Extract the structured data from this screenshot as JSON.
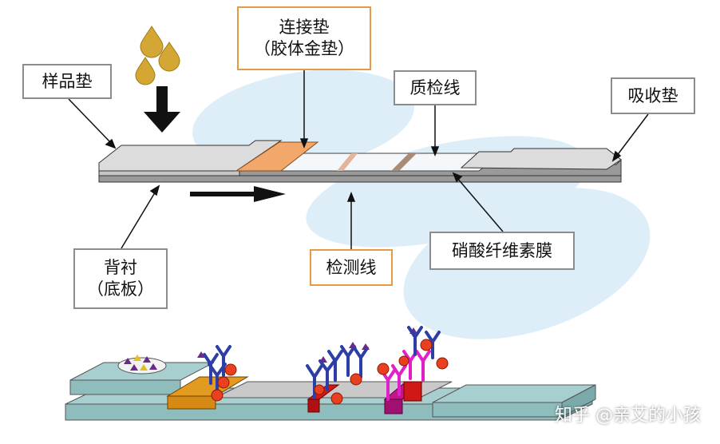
{
  "labels": {
    "connection_pad_line1": "连接垫",
    "connection_pad_line2": "（胶体金垫）",
    "sample_pad": "样品垫",
    "control_line": "质检线",
    "absorbent_pad": "吸收垫",
    "nitrocellulose_membrane": "硝酸纤维素膜",
    "test_line": "检测线",
    "backing_line1": "背衬",
    "backing_line2": "（底板）"
  },
  "watermark": "知乎 @亲艾的小孩",
  "colors": {
    "label_border_gray": "#8c8c8c",
    "label_border_orange": "#e59a45",
    "conjugate_pad": "#f2a86a",
    "droplet": "#d4a634",
    "strip_top": "#dcdcdc",
    "bubble": "#ddeef8",
    "lower_strip": "#a8cfcf",
    "antibody_blue": "#2d3fa6",
    "antibody_magenta": "#e020c8",
    "antigen_red": "#e84020",
    "test_band": "#d01818",
    "gold_pad": "#d68a14"
  }
}
